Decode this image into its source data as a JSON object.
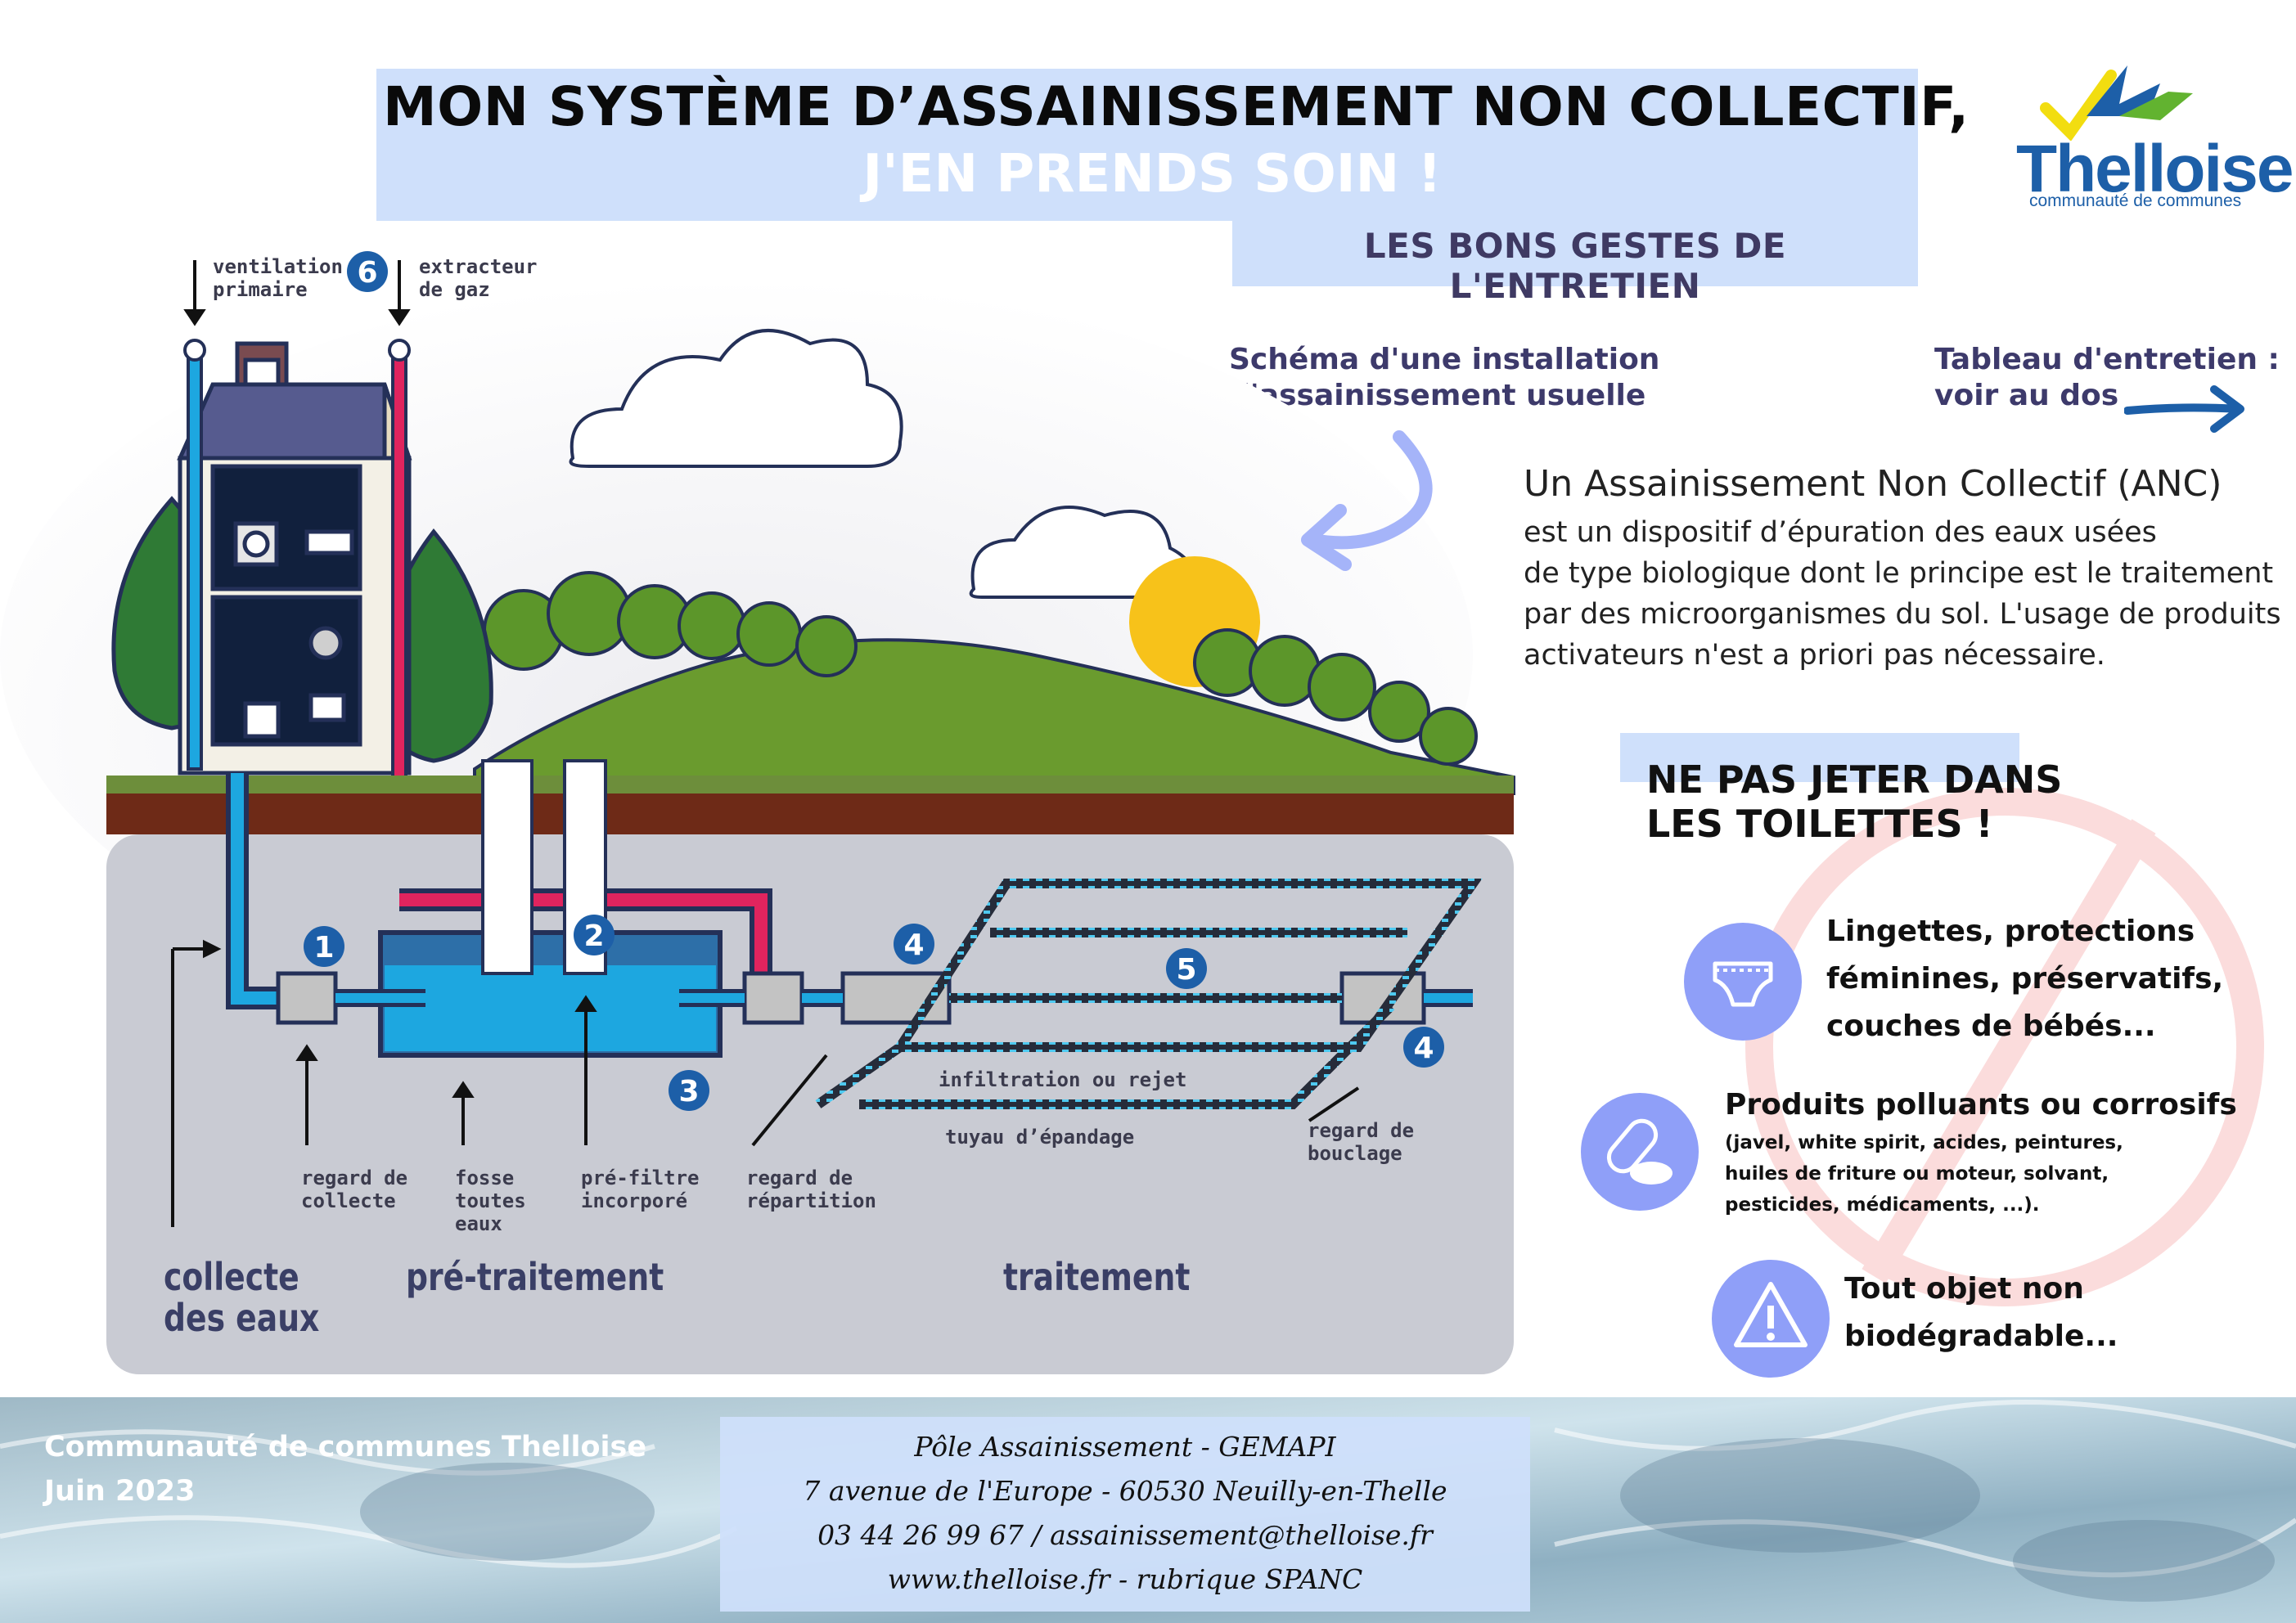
{
  "title": {
    "line1": "MON SYSTÈME D’ASSAINISSEMENT NON COLLECTIF,",
    "line2": "J'EN PRENDS SOIN !",
    "subtitle": "LES BONS GESTES DE L'ENTRETIEN"
  },
  "logo": {
    "name": "Thelloise",
    "sub": "communauté de communes"
  },
  "diagram": {
    "heading": [
      "Schéma d'une installation",
      "d'assainissement usuelle"
    ],
    "top_labels": {
      "ventilation": [
        "ventilation",
        "primaire"
      ],
      "extracteur": [
        "extracteur",
        "de gaz"
      ]
    },
    "numbers": [
      "1",
      "2",
      "3",
      "4",
      "5",
      "6"
    ],
    "labels": {
      "regard_collecte": [
        "regard de",
        "collecte"
      ],
      "fosse": [
        "fosse",
        "toutes",
        "eaux"
      ],
      "prefiltre": [
        "pré-filtre",
        "incorporé"
      ],
      "regard_repartition": [
        "regard de",
        "répartition"
      ],
      "infiltration": "infiltration ou rejet",
      "tuyau": "tuyau d’épandage",
      "regard_bouclage": [
        "regard de",
        "bouclage"
      ]
    },
    "stages": {
      "collecte": [
        "collecte",
        "des eaux"
      ],
      "pretraitement": "pré-traitement",
      "traitement": "traitement"
    }
  },
  "tableau": [
    "Tableau d'entretien :",
    "voir au dos"
  ],
  "anc": {
    "title": "Un Assainissement Non Collectif (ANC)",
    "lines": [
      "est un dispositif d’épuration des eaux usées",
      "de type biologique dont le principe est le traitement",
      "par des microorganismes du sol. L'usage de produits",
      "activateurs n'est a priori pas nécessaire."
    ]
  },
  "warning": {
    "title": [
      "NE PAS JETER DANS",
      "LES TOILETTES !"
    ],
    "items": [
      {
        "icon": "diaper-icon",
        "lines": [
          "Lingettes, protections",
          "féminines, préservatifs,",
          "couches de bébés..."
        ]
      },
      {
        "icon": "pills-icon",
        "title": "Produits polluants ou corrosifs",
        "lines": [
          "(javel, white spirit, acides, peintures,",
          "huiles de friture ou moteur, solvant,",
          "pesticides, médicaments, ...)."
        ]
      },
      {
        "icon": "warning-triangle-icon",
        "lines": [
          "Tout objet non",
          "biodégradable..."
        ]
      }
    ]
  },
  "footer": {
    "left": [
      "Communauté de communes Thelloise",
      "Juin 2023"
    ],
    "contact": [
      "Pôle Assainissement - GEMAPI",
      "7 avenue de l'Europe - 60530 Neuilly-en-Thelle",
      "03 44 26 99 67 / assainissement@thelloise.fr",
      "www.thelloise.fr - rubrique SPANC"
    ]
  },
  "colors": {
    "accent_blue": "#cfe0fb",
    "title_purple": "#3f3a63",
    "icon_blue": "#8f9ff8",
    "logo_blue": "#1d5fa8",
    "pipe_blue": "#1da7e0",
    "pipe_red": "#e0245e"
  }
}
